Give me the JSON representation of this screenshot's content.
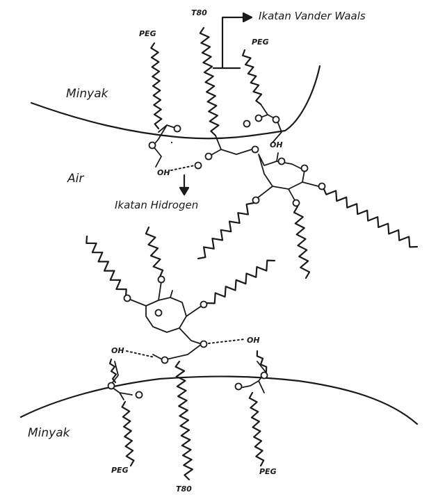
{
  "labels": {
    "tbo_top": "T80",
    "tbo_bottom": "T80",
    "peg_top_left": "PEG",
    "peg_top_right": "PEG",
    "peg_bottom_left": "PEG",
    "peg_bottom_right": "PEG",
    "vdw": "Ikatan Vander Waals",
    "minyak_top": "Minyak",
    "minyak_bottom": "Minyak",
    "air": "Air",
    "hbond": "Ikatan Hidrogen",
    "oh_1": "OH",
    "oh_2": "OH",
    "oh_3": "OH",
    "oh_4": "OH"
  },
  "style": {
    "ink": "#1a1a1a",
    "paper": "#ffffff"
  }
}
